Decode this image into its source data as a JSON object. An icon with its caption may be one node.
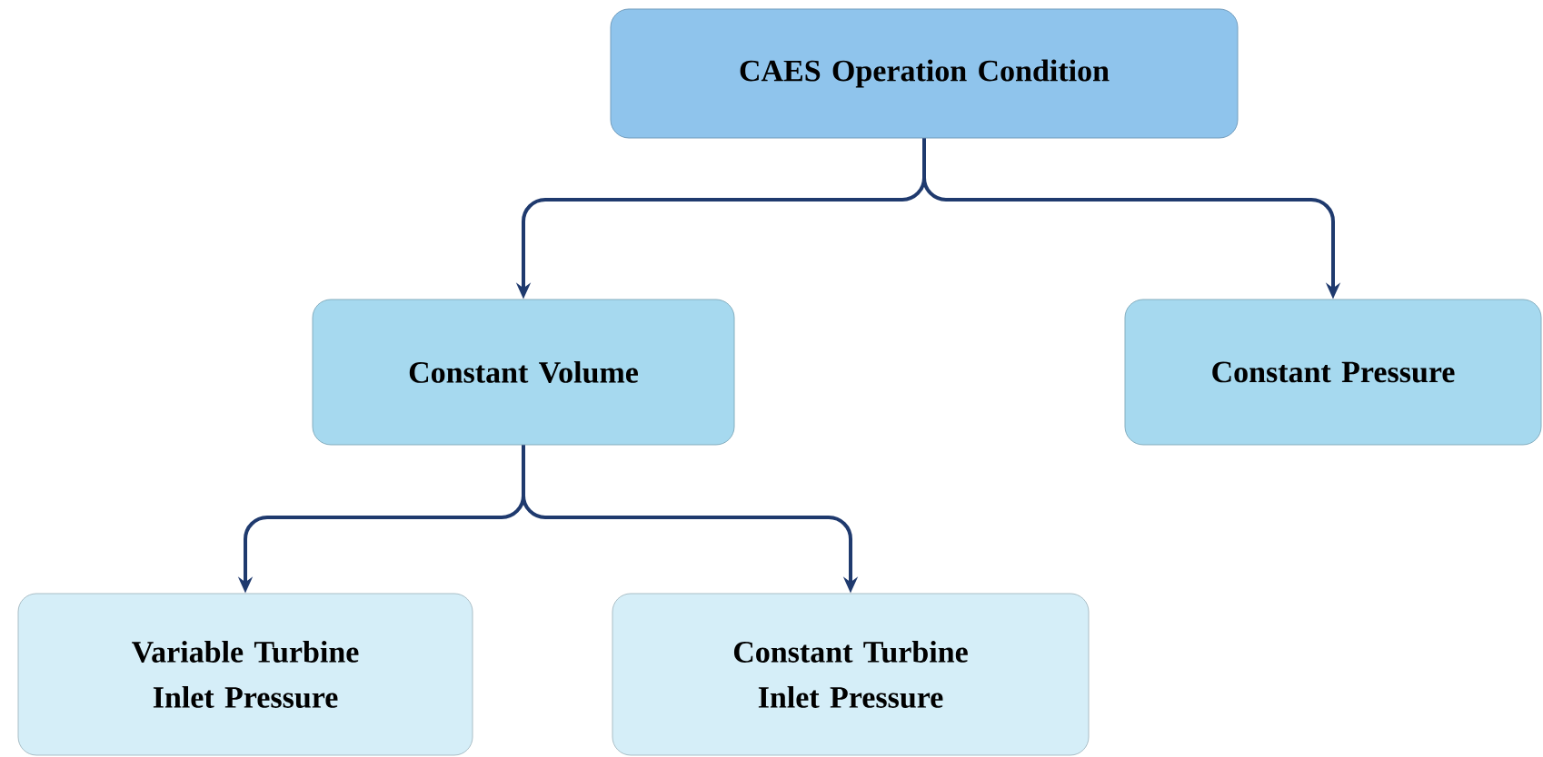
{
  "diagram": {
    "nodes": [
      {
        "text": [
          "CAES Operation Condition"
        ]
      },
      {
        "text": [
          "Constant Volume"
        ]
      },
      {
        "text": [
          "Constant Pressure"
        ]
      },
      {
        "text": [
          "Variable Turbine Inlet Pressure"
        ]
      },
      {
        "text": [
          "Constant Turbine Inlet Pressure"
        ]
      }
    ],
    "edges": [
      {
        "from": 0,
        "to": 1,
        "arrow": "to"
      },
      {
        "from": 0,
        "to": 2,
        "arrow": "to"
      },
      {
        "from": 1,
        "to": 3,
        "arrow": "to"
      },
      {
        "from": 1,
        "to": 4,
        "arrow": "to"
      }
    ]
  }
}
